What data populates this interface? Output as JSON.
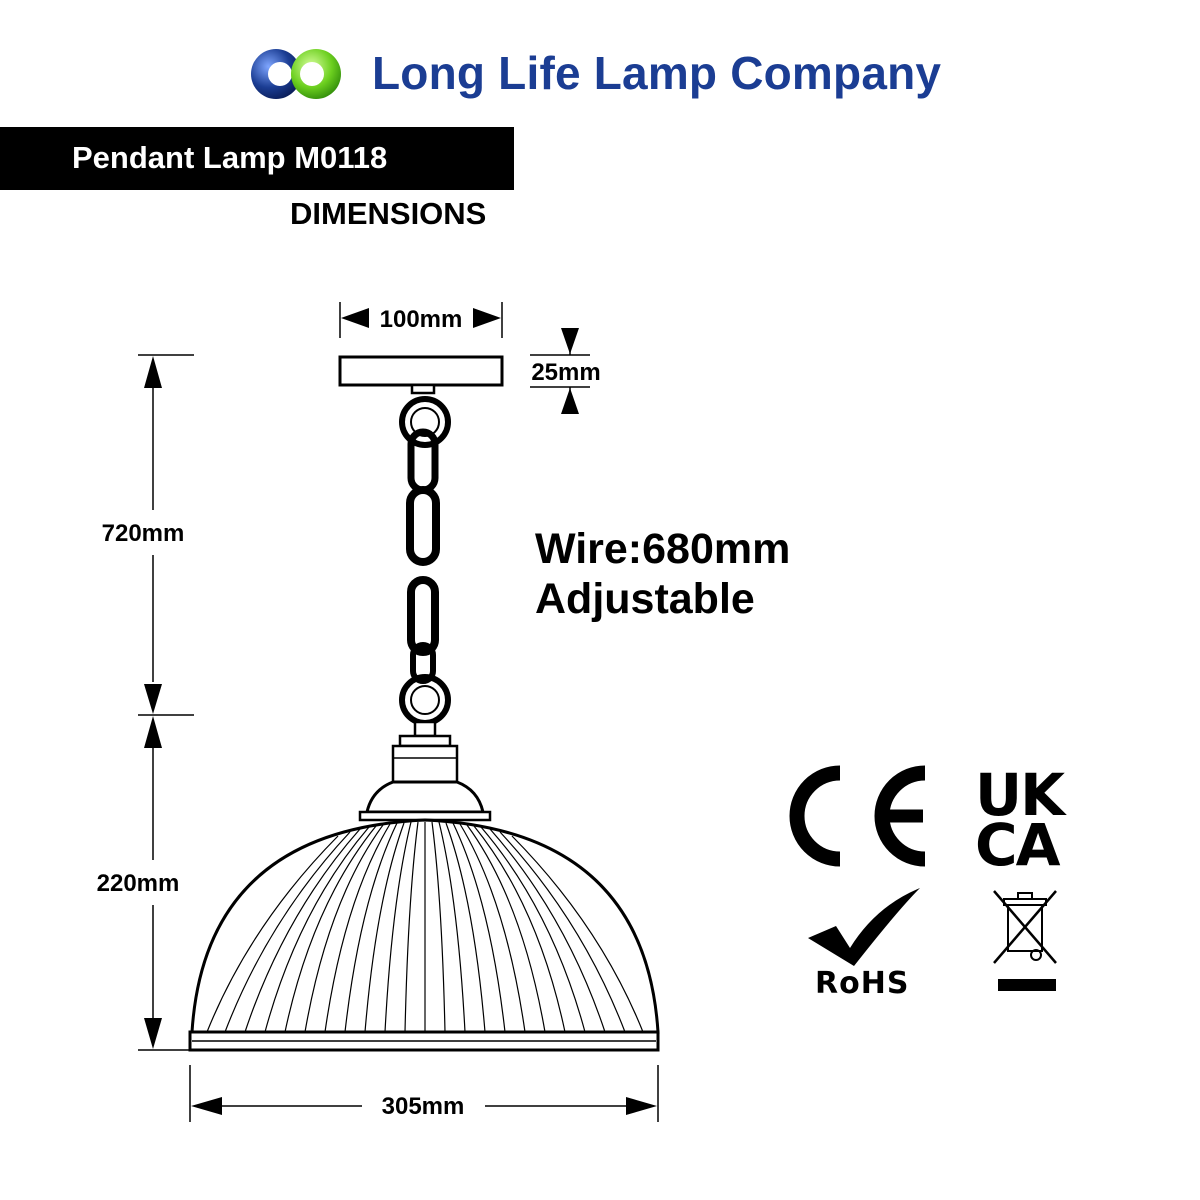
{
  "header": {
    "company_name": "Long Life Lamp Company",
    "logo_colors": {
      "blue": "#1b3d93",
      "green": "#6ccf1f"
    }
  },
  "product": {
    "title": "Pendant Lamp M0118",
    "subtitle": "DIMENSIONS"
  },
  "dimensions": {
    "canopy_width": "100mm",
    "canopy_height": "25mm",
    "suspension_height": "720mm",
    "shade_height": "220mm",
    "shade_diameter": "305mm"
  },
  "wire_note": {
    "line1": "Wire:680mm",
    "line2": "Adjustable"
  },
  "certifications": {
    "ce": "ce-mark-icon",
    "ukca_line1": "UK",
    "ukca_line2": "CA",
    "rohs": "RoHS",
    "weee": "weee-bin-icon"
  }
}
